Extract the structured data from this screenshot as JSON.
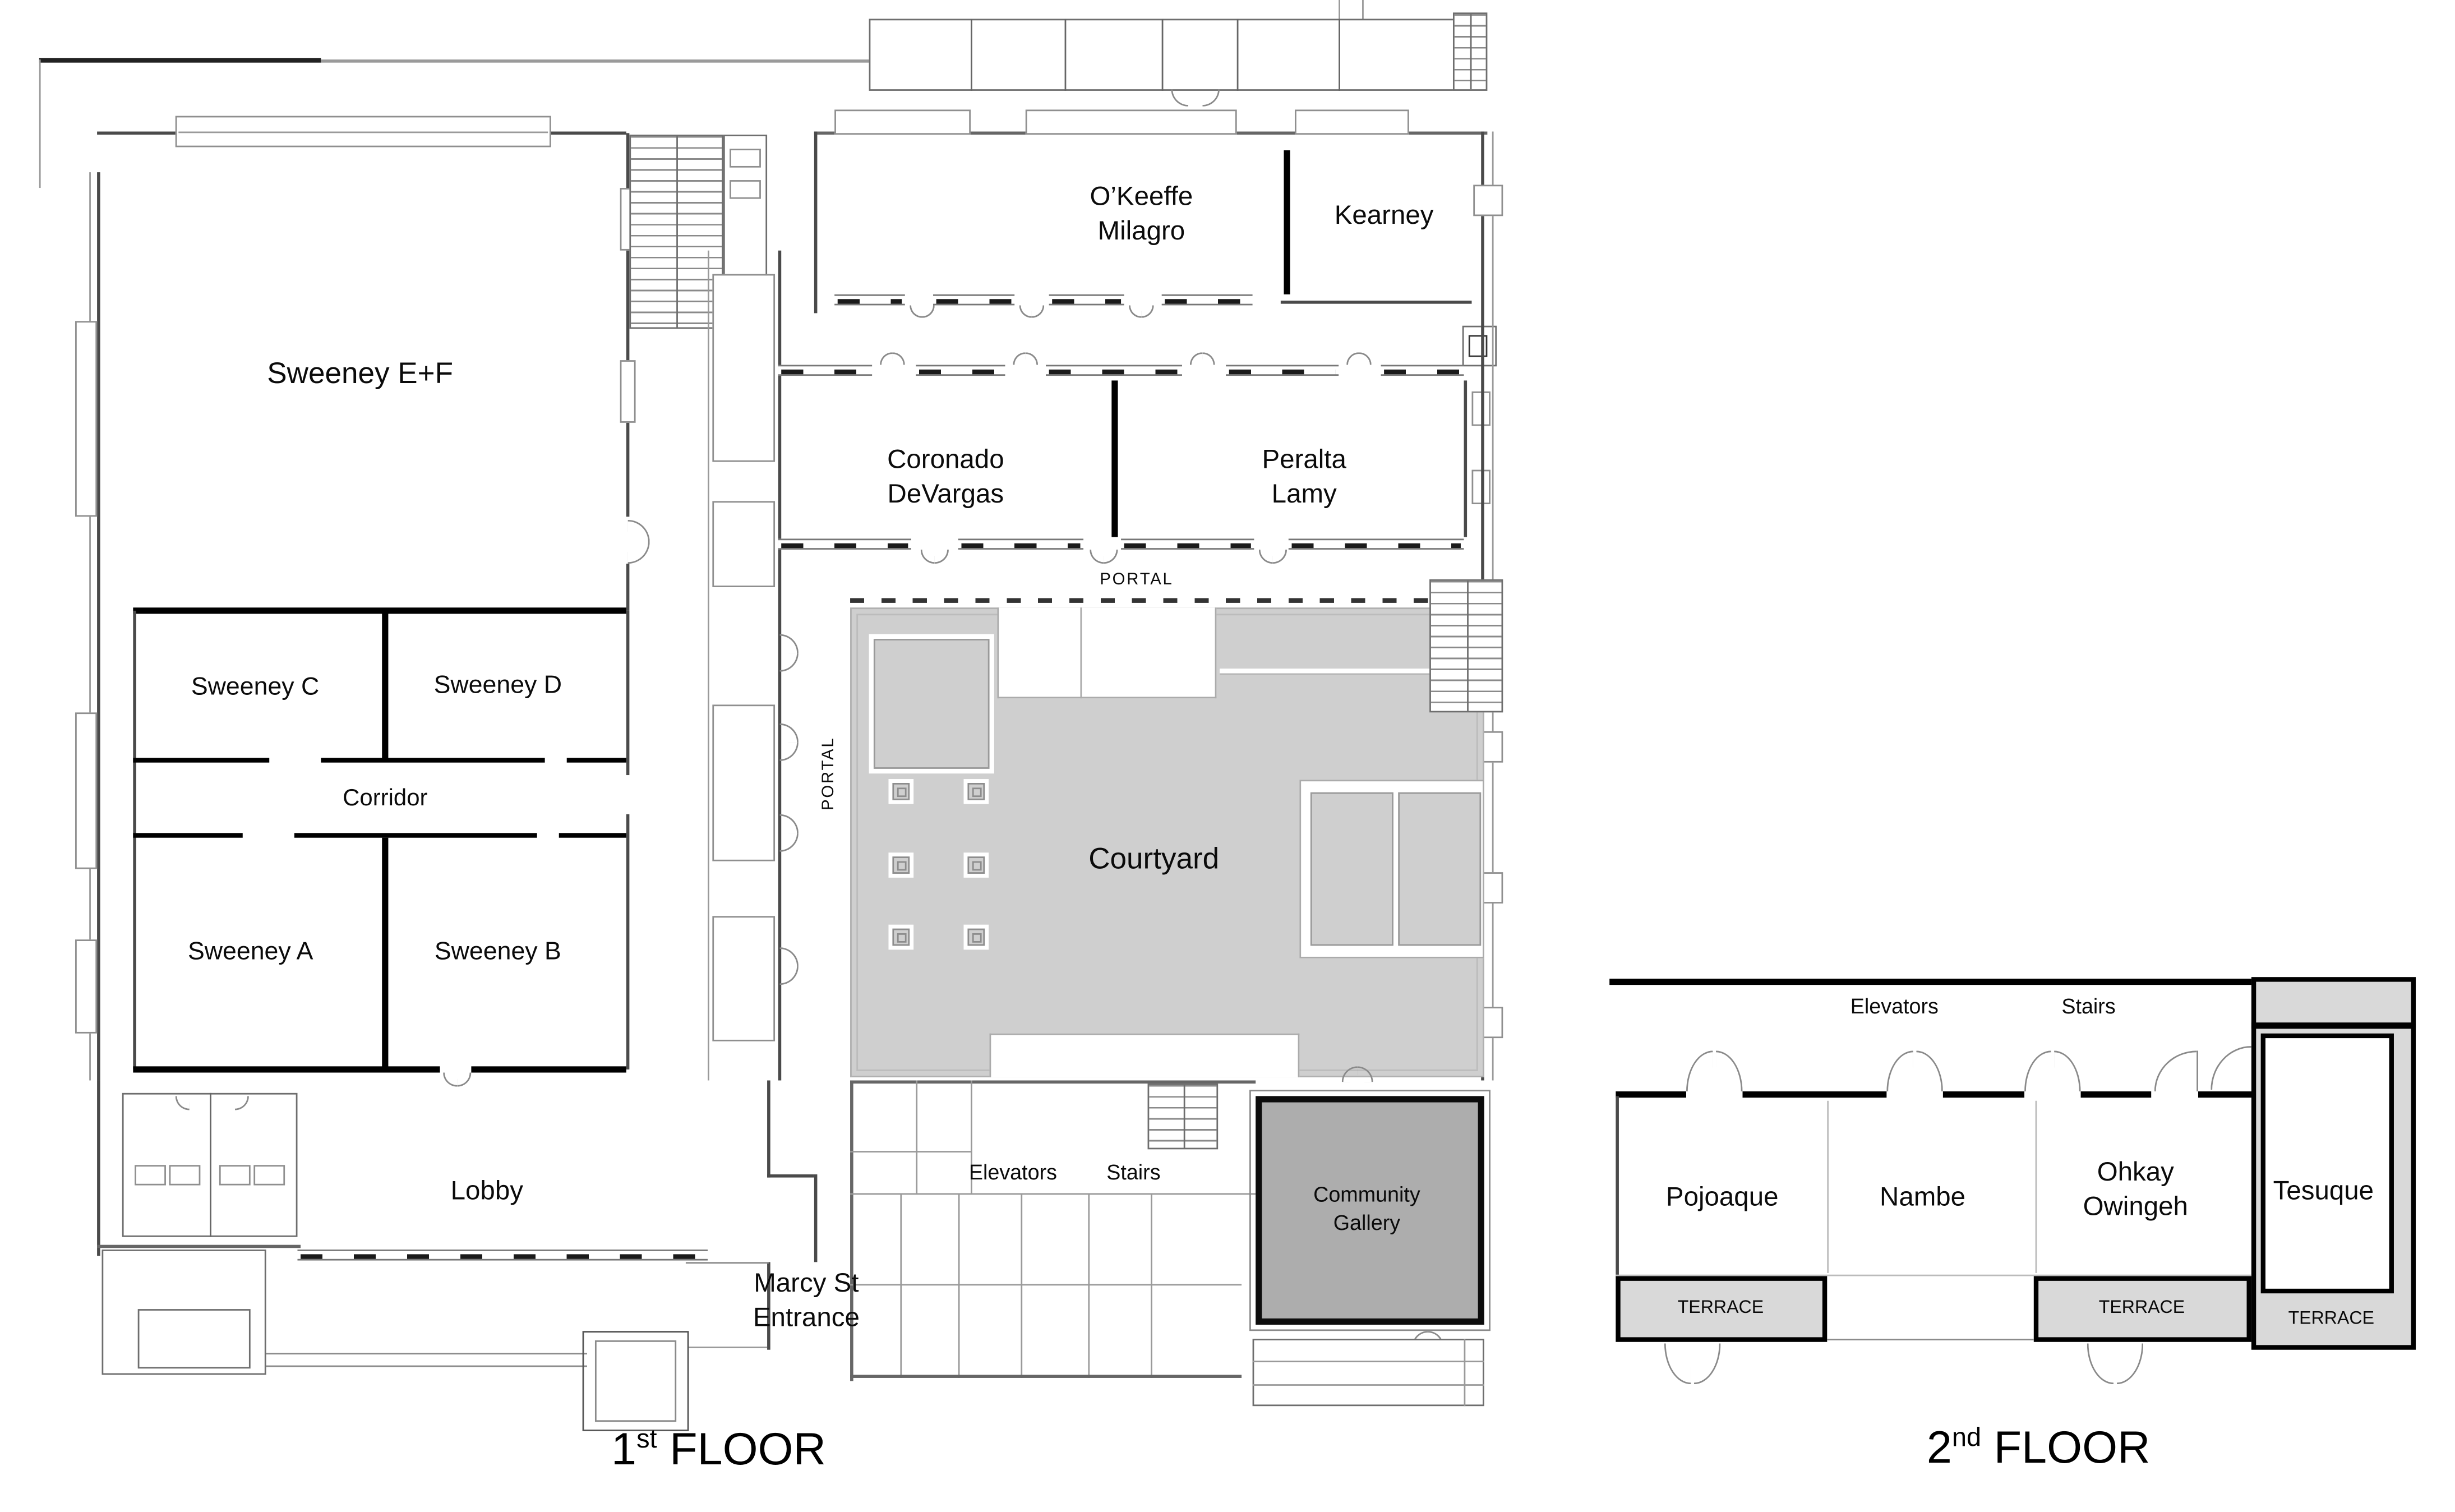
{
  "floors": {
    "first": {
      "title": {
        "num": "1",
        "sup": "st",
        "word": " FLOOR"
      },
      "rooms": {
        "sweeney_ef": "Sweeney E+F",
        "okeeffe_milagro": "O’Keeffe\nMilagro",
        "kearney": "Kearney",
        "coronado_devargas": "Coronado\nDeVargas",
        "peralta_lamy": "Peralta\nLamy",
        "portal_top": "PORTAL",
        "portal_side": "PORTAL",
        "courtyard": "Courtyard",
        "sweeney_c": "Sweeney C",
        "sweeney_d": "Sweeney D",
        "corridor": "Corridor",
        "sweeney_a": "Sweeney A",
        "sweeney_b": "Sweeney B",
        "lobby": "Lobby",
        "elevators": "Elevators",
        "stairs": "Stairs",
        "community_gallery": "Community\nGallery",
        "marcy_entrance": "Marcy St\nEntrance"
      }
    },
    "second": {
      "title": {
        "num": "2",
        "sup": "nd",
        "word": " FLOOR"
      },
      "rooms": {
        "elevators": "Elevators",
        "stairs": "Stairs",
        "pojoaque": "Pojoaque",
        "nambe": "Nambe",
        "ohkay_owingeh": "Ohkay\nOwingeh",
        "tesuque": "Tesuque",
        "terrace_left": "TERRACE",
        "terrace_right": "TERRACE",
        "terrace_tesuque": "TERRACE"
      }
    }
  },
  "colors": {
    "courtyard_fill": "#cfcfcf",
    "community_gallery_fill": "#adadad",
    "terrace_fill": "#d9d9d9",
    "wall": "#000000",
    "thin_line": "#4a4a4a",
    "background": "#ffffff"
  }
}
